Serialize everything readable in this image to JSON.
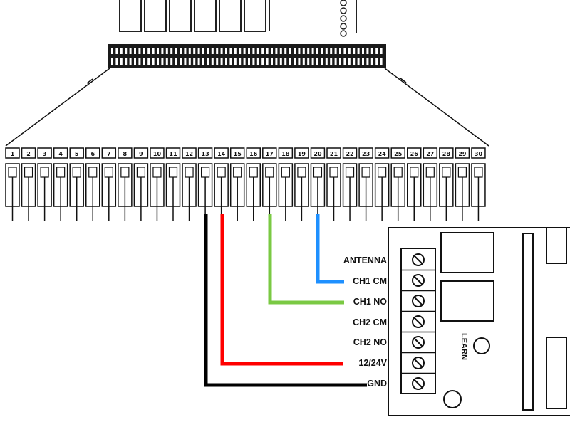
{
  "controller": {
    "pin_labels": [
      "1",
      "2",
      "3",
      "4",
      "5",
      "6",
      "7",
      "8",
      "9",
      "10",
      "11",
      "12",
      "13",
      "14",
      "15",
      "16",
      "17",
      "18",
      "19",
      "20",
      "21",
      "22",
      "23",
      "24",
      "25",
      "26",
      "27",
      "28",
      "29",
      "30"
    ]
  },
  "receiver": {
    "terminals": [
      "ANTENNA",
      "CH1 CM",
      "CH1 NO",
      "CH2 CM",
      "CH2 NO",
      "12/24V",
      "GND"
    ],
    "learn_label": "LEARN"
  },
  "wires": [
    {
      "name": "wire-gnd",
      "from_pin": "13",
      "to_terminal": "GND",
      "color": "#000000"
    },
    {
      "name": "wire-power",
      "from_pin": "14",
      "to_terminal": "12/24V",
      "color": "#ff0000"
    },
    {
      "name": "wire-ch1-no",
      "from_pin": "17",
      "to_terminal": "CH1 NO",
      "color": "#7ac943"
    },
    {
      "name": "wire-ch1-cm",
      "from_pin": "20",
      "to_terminal": "CH1 CM",
      "color": "#1e90ff"
    }
  ]
}
